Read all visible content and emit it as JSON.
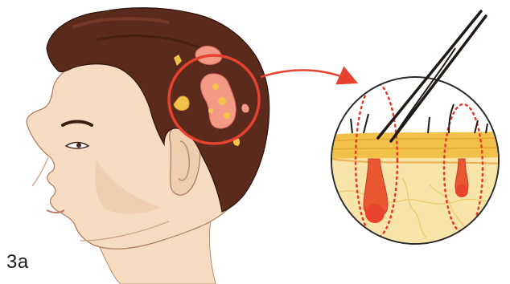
{
  "figure": {
    "label": "3а"
  },
  "colors": {
    "skin": "#f5dcc0",
    "skin_shadow": "#e9c4a2",
    "hair": "#5a2a1c",
    "hair_dark": "#3e1c12",
    "lesion": "#f29a86",
    "lesion_crust": "#f3c24a",
    "highlight_ring": "#e8412f",
    "epidermis": "#f2c14a",
    "dermis": "#f7e4a8",
    "follicle": "#e8572f",
    "follicle_bulb": "#e8452c",
    "hair_shaft": "#1f1a16"
  },
  "icons": [
    "head-profile-illustration",
    "magnifier-circle",
    "callout-arrow",
    "tweezers"
  ]
}
